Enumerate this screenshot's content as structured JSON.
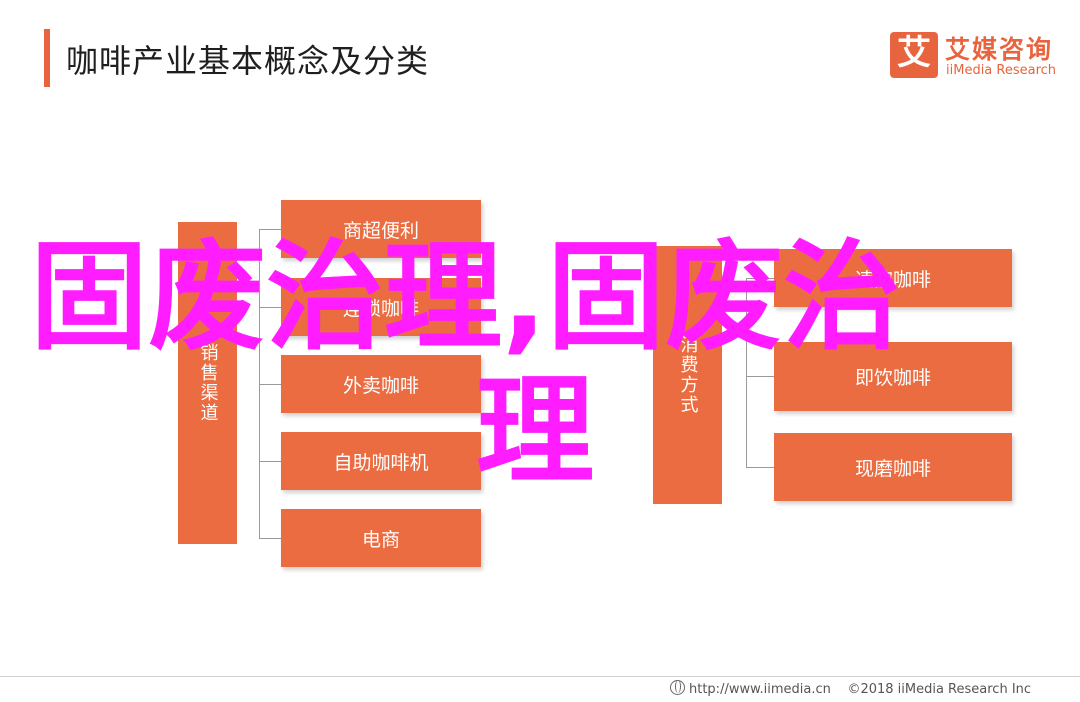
{
  "header": {
    "title": "咖啡产业基本概念及分类"
  },
  "logo": {
    "mark": "艾",
    "cn": "艾媒咨询",
    "en": "iiMedia Research"
  },
  "diagram": {
    "left_group": {
      "label": "销售渠道",
      "items": [
        "商超便利",
        "连锁咖啡",
        "外卖咖啡",
        "自助咖啡机",
        "电商"
      ]
    },
    "right_group": {
      "label": "消费方式",
      "items": [
        "速溶咖啡",
        "即饮咖啡",
        "现磨咖啡"
      ]
    }
  },
  "overlay": {
    "line1": "固废治理,固废治",
    "line2": "理"
  },
  "footer": {
    "url": "http://www.iimedia.cn",
    "copyright": "©2018 iiMedia Research Inc"
  },
  "colors": {
    "accent": "#ea6c40",
    "overlay": "#ff1dff"
  }
}
